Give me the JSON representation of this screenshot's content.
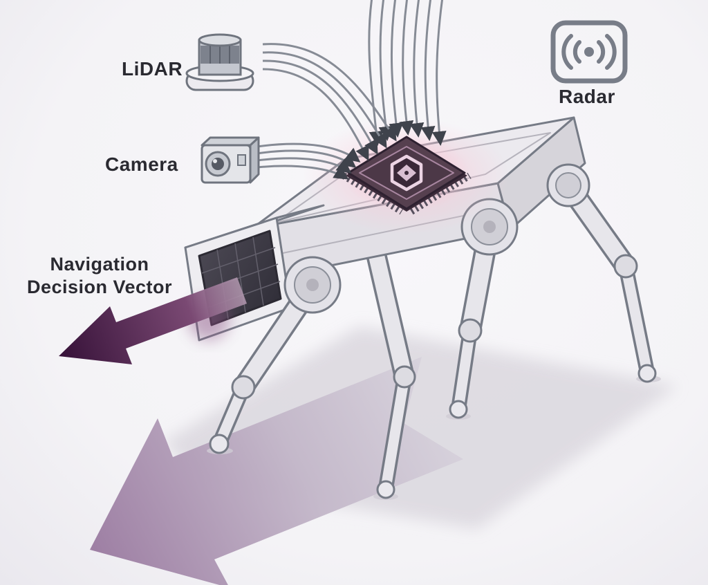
{
  "diagram": {
    "title": "Quadruped robot sensor-fusion navigation diagram",
    "labels": {
      "lidar": "LiDAR",
      "camera": "Camera",
      "radar": "Radar",
      "nav_line1": "Navigation",
      "nav_line2": "Decision Vector"
    },
    "icons": {
      "lidar": "lidar-sensor-icon (stacked cylinder puck)",
      "camera": "camera-icon (box with lens)",
      "radar": "radar-wave-icon (dot with sound waves in rounded square)",
      "chip": "processor-chip-icon (glowing CPU with hexagon logo)",
      "wires": "signal-wire-arrows (cables with arrowheads into chip)",
      "nav_arrow": "navigation-vector-arrow (dark purple arrow from head)",
      "floor_arrow": "floor-direction-arrow (large chevron arrow on ground)"
    },
    "colors": {
      "background": "#f5f4f7",
      "outline": "#767b86",
      "robot_body": "#eceaef",
      "robot_side": "#e2e0e6",
      "chip_body": "#56404f",
      "chip_glow": "#f6c3d2",
      "chip_logo": "#ecd4e4",
      "nav_arrow_dark": "#38133a",
      "floor_arrow": "#9a7aa0",
      "wire": "#868b95",
      "label_text": "#2a2a31"
    }
  }
}
